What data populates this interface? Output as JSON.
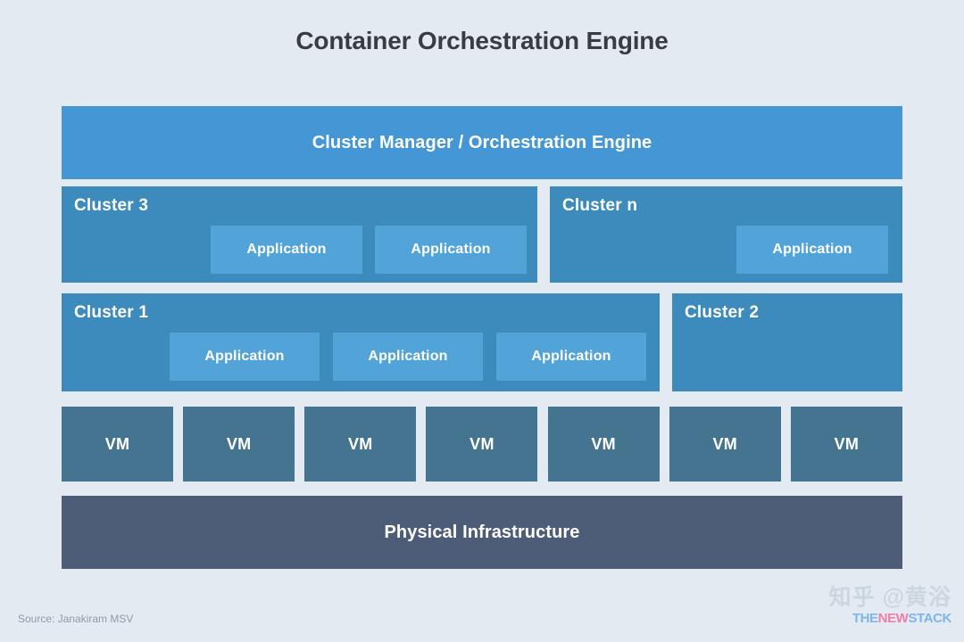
{
  "page": {
    "title": "Container Orchestration Engine",
    "background_color": "#e4eaf1",
    "title_color": "#373c45"
  },
  "orchestration": {
    "label": "Cluster Manager / Orchestration Engine",
    "color": "#4596d4"
  },
  "clusters": [
    {
      "name": "Cluster 3",
      "color": "#3d8bbd",
      "applications": [
        {
          "label": "Application"
        },
        {
          "label": "Application"
        }
      ]
    },
    {
      "name": "Cluster n",
      "color": "#3d8bbd",
      "applications": [
        {
          "label": "Application"
        }
      ]
    },
    {
      "name": "Cluster 1",
      "color": "#3d8bbd",
      "applications": [
        {
          "label": "Application"
        },
        {
          "label": "Application"
        },
        {
          "label": "Application"
        }
      ]
    },
    {
      "name": "Cluster 2",
      "color": "#3d8bbd",
      "applications": []
    }
  ],
  "application_color": "#52a3d8",
  "vm_layer": {
    "color": "#44748f",
    "items": [
      {
        "label": "VM"
      },
      {
        "label": "VM"
      },
      {
        "label": "VM"
      },
      {
        "label": "VM"
      },
      {
        "label": "VM"
      },
      {
        "label": "VM"
      },
      {
        "label": "VM"
      }
    ]
  },
  "infrastructure": {
    "label": "Physical Infrastructure",
    "color": "#4e5d77"
  },
  "footer": {
    "source": "Source: Janakiram MSV",
    "watermark": "知乎 @黄浴",
    "logo": {
      "part1": "THE",
      "part2": "NEW",
      "part3": "STACK",
      "color1": "#7fb6e8",
      "color2": "#f07ea6"
    }
  }
}
